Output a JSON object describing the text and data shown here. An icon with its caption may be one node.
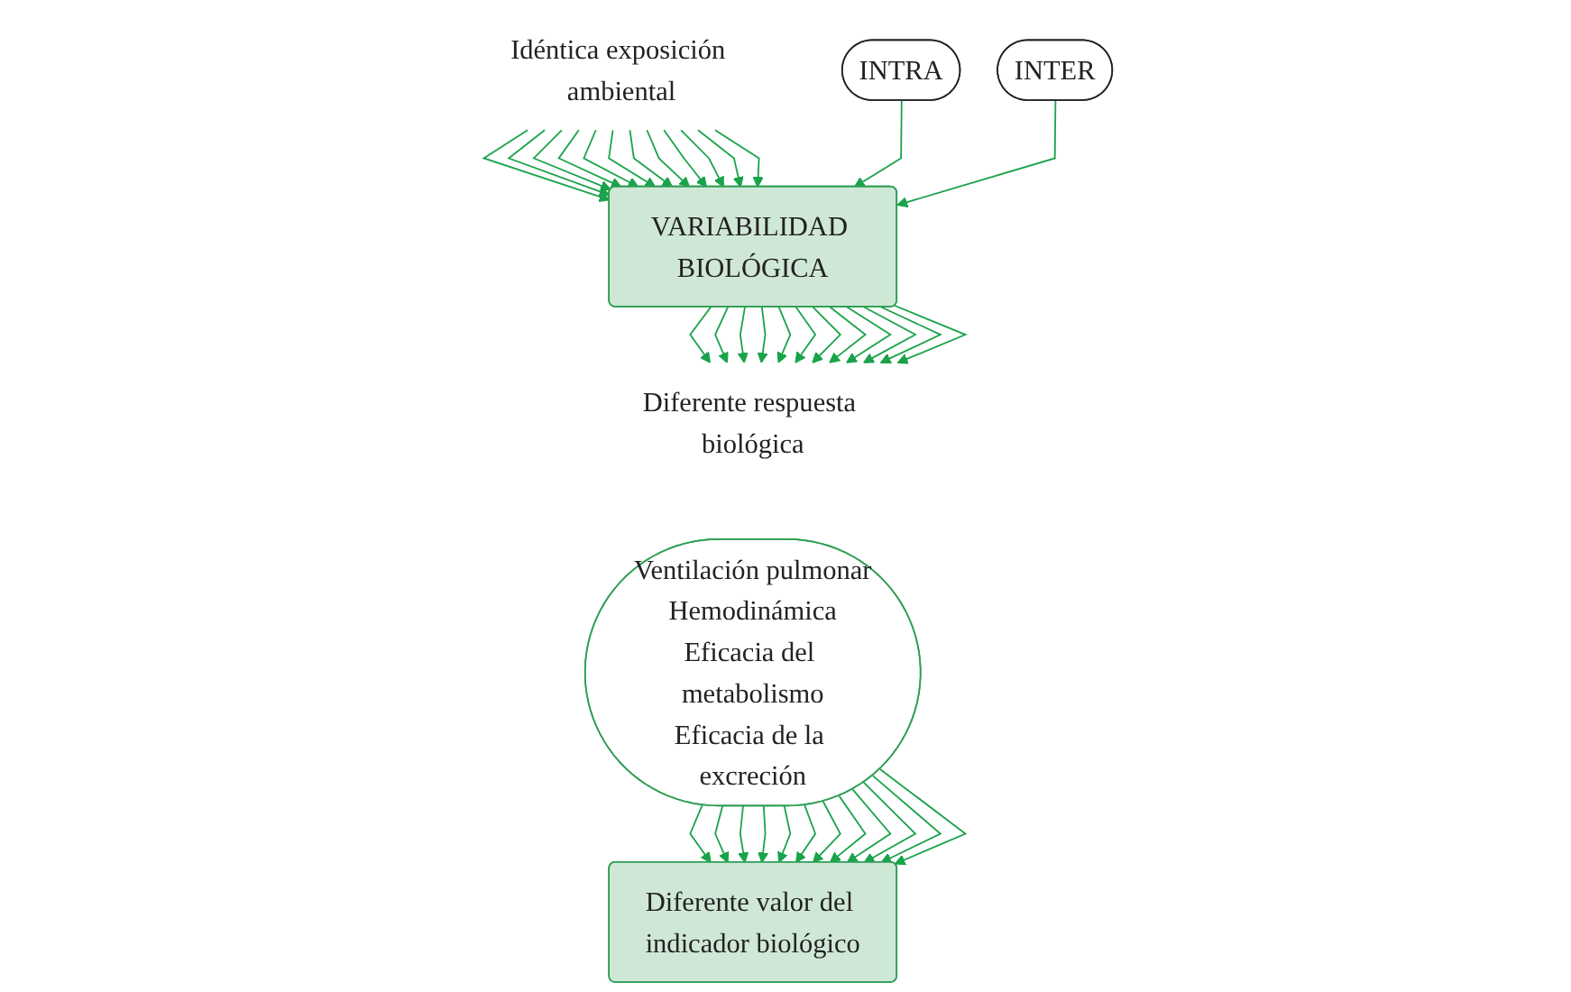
{
  "diagram": {
    "nodes": [
      {
        "text": [
          "Idéntica exposición ambiental"
        ]
      },
      {
        "text": [
          "INTRA"
        ]
      },
      {
        "text": [
          "VARIABILIDAD BIOLÓGICA"
        ]
      },
      {
        "text": [
          "INTER"
        ]
      },
      {
        "text": [
          "Diferente respuesta biológica"
        ]
      },
      {
        "text": [
          "Ventilación pulmonar",
          "Hemodinámica",
          "Eficacia del metabolismo",
          "Eficacia de la excreción"
        ]
      },
      {
        "text": [
          "Diferente valor del indicador biológico"
        ]
      }
    ],
    "edges": [
      {
        "from": 0,
        "to": 2,
        "arrow": "to"
      },
      {
        "from": 0,
        "to": 2,
        "arrow": "to"
      },
      {
        "from": 0,
        "to": 2,
        "arrow": "to"
      },
      {
        "from": 0,
        "to": 2,
        "arrow": "to"
      },
      {
        "from": 0,
        "to": 2,
        "arrow": "to"
      },
      {
        "from": 0,
        "to": 2,
        "arrow": "to"
      },
      {
        "from": 0,
        "to": 2,
        "arrow": "to"
      },
      {
        "from": 0,
        "to": 2,
        "arrow": "to"
      },
      {
        "from": 0,
        "to": 2,
        "arrow": "to"
      },
      {
        "from": 0,
        "to": 2,
        "arrow": "to"
      },
      {
        "from": 0,
        "to": 2,
        "arrow": "to"
      },
      {
        "from": 0,
        "to": 2,
        "arrow": "to"
      },
      {
        "from": 1,
        "to": 2,
        "arrow": "to"
      },
      {
        "from": 3,
        "to": 2,
        "arrow": "to"
      },
      {
        "from": 2,
        "to": 4,
        "arrow": "to"
      },
      {
        "from": 2,
        "to": 4,
        "arrow": "to"
      },
      {
        "from": 2,
        "to": 4,
        "arrow": "to"
      },
      {
        "from": 2,
        "to": 4,
        "arrow": "to"
      },
      {
        "from": 2,
        "to": 4,
        "arrow": "to"
      },
      {
        "from": 2,
        "to": 4,
        "arrow": "to"
      },
      {
        "from": 2,
        "to": 4,
        "arrow": "to"
      },
      {
        "from": 2,
        "to": 4,
        "arrow": "to"
      },
      {
        "from": 2,
        "to": 4,
        "arrow": "to"
      },
      {
        "from": 2,
        "to": 4,
        "arrow": "to"
      },
      {
        "from": 2,
        "to": 4,
        "arrow": "to"
      },
      {
        "from": 2,
        "to": 4,
        "arrow": "to"
      },
      {
        "from": 5,
        "to": 6,
        "arrow": "to"
      },
      {
        "from": 5,
        "to": 6,
        "arrow": "to"
      },
      {
        "from": 5,
        "to": 6,
        "arrow": "to"
      },
      {
        "from": 5,
        "to": 6,
        "arrow": "to"
      },
      {
        "from": 5,
        "to": 6,
        "arrow": "to"
      },
      {
        "from": 5,
        "to": 6,
        "arrow": "to"
      },
      {
        "from": 5,
        "to": 6,
        "arrow": "to"
      },
      {
        "from": 5,
        "to": 6,
        "arrow": "to"
      },
      {
        "from": 5,
        "to": 6,
        "arrow": "to"
      },
      {
        "from": 5,
        "to": 6,
        "arrow": "to"
      },
      {
        "from": 5,
        "to": 6,
        "arrow": "to"
      },
      {
        "from": 5,
        "to": 6,
        "arrow": "to"
      }
    ]
  }
}
